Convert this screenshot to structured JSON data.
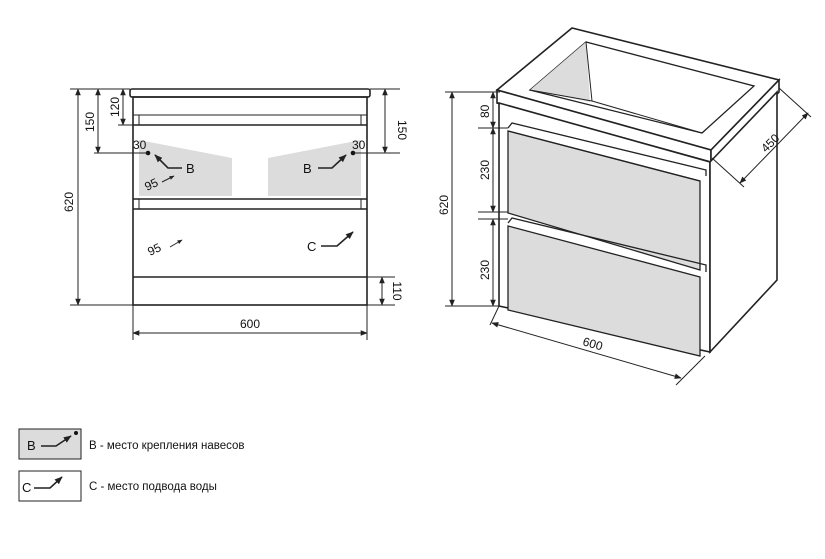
{
  "front_view": {
    "height_total": "620",
    "top_offset": "150",
    "top_panel": "120",
    "right_offset": "150",
    "left_hinge": "30",
    "right_hinge": "30",
    "depth_95_upper": "95",
    "depth_95_lower": "95",
    "bottom_plinth": "110",
    "width": "600",
    "marker_b_left": "B",
    "marker_b_right": "B",
    "marker_c": "C"
  },
  "iso_view": {
    "height_total": "620",
    "top": "80",
    "drawer_upper": "230",
    "drawer_lower": "230",
    "depth": "450",
    "width": "600"
  },
  "legend": {
    "b_symbol": "B",
    "b_text": "B - место крепления навесов",
    "c_symbol": "C",
    "c_text": "C - место подвода воды"
  },
  "colors": {
    "line": "#222222",
    "fill_grey": "#dcdcdc"
  }
}
